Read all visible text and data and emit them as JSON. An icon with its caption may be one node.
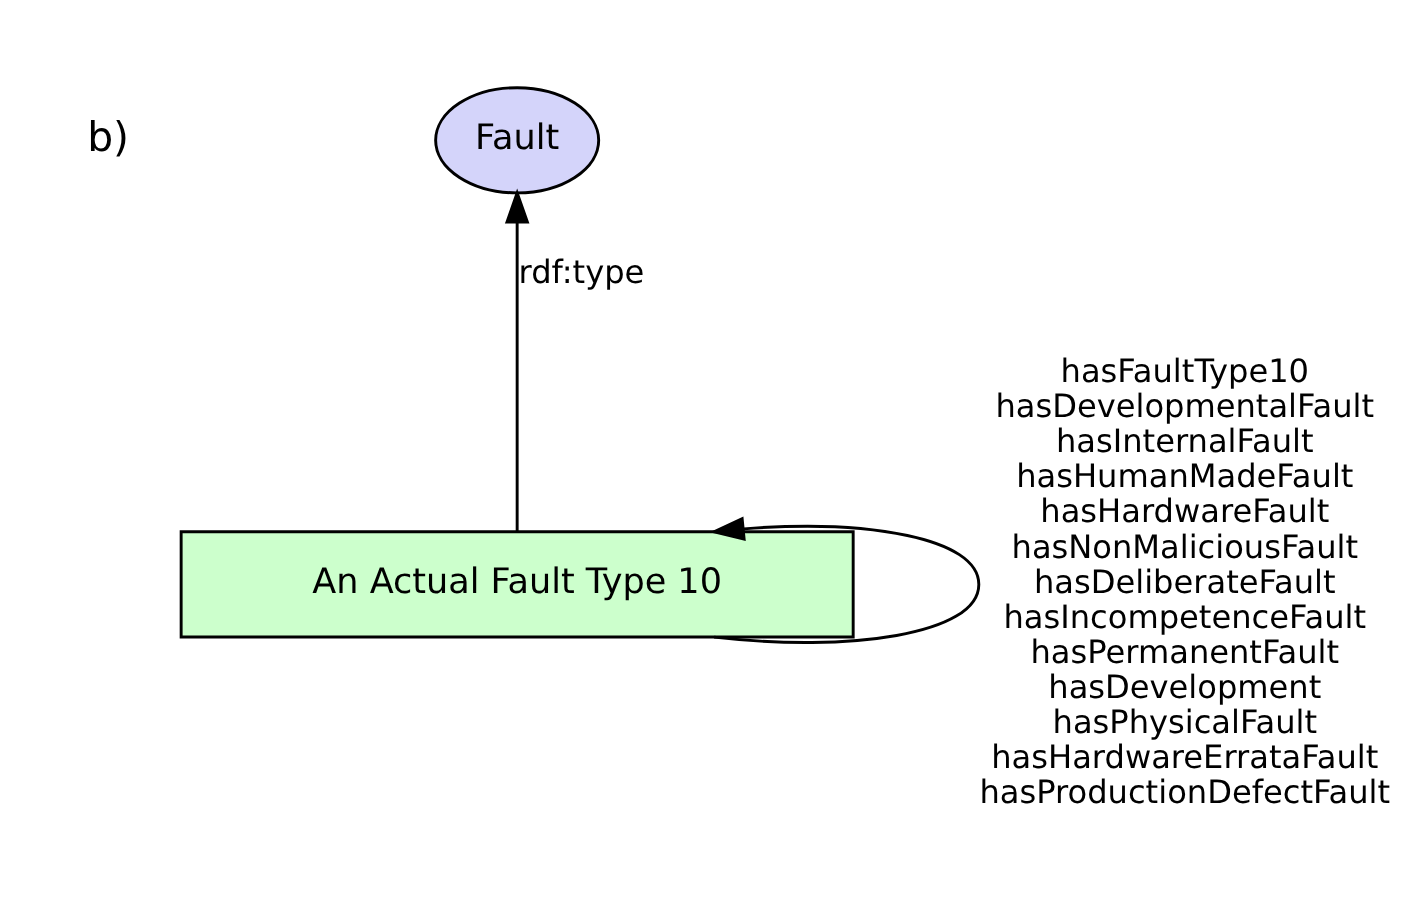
{
  "diagram": {
    "nodes": [
      {
        "text": [
          "Fault"
        ]
      },
      {
        "text": [
          "An Actual Fault Type 10"
        ]
      }
    ],
    "edges": [
      {
        "from": 1,
        "to": 0,
        "arrow": "to",
        "label": "rdf:type"
      },
      {
        "from": 1,
        "to": 1,
        "arrow": "to",
        "label": "hasFaultType10 hasDevelopmentalFault hasInternalFault hasHumanMadeFault hasHardwareFault hasNonMaliciousFault hasDeliberateFault hasIncompetenceFault hasPermanentFault hasDevelopment hasPhysicalFault hasHardwareErrataFault hasProductionDefectFault"
      }
    ],
    "labels": [
      "b)"
    ]
  }
}
